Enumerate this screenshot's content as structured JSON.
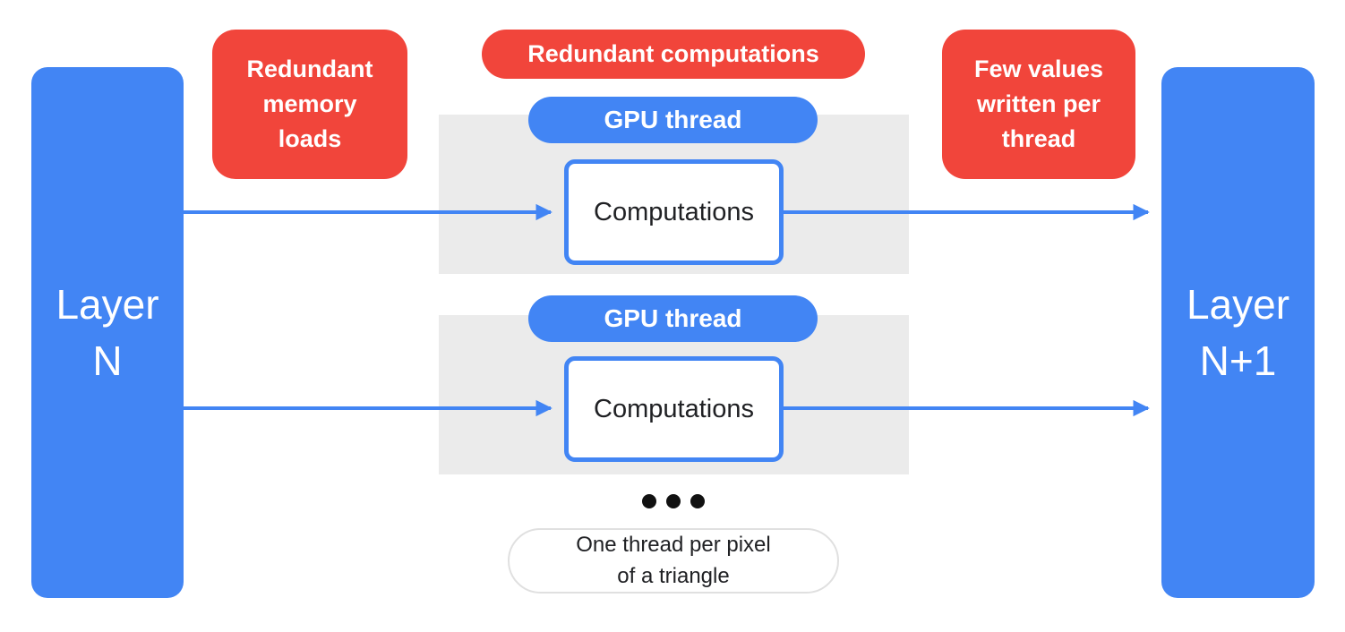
{
  "colors": {
    "blue": "#4285F4",
    "red": "#F1453B",
    "gray_panel": "#EBEBEB",
    "caption_border": "#E0E0E0"
  },
  "layers": {
    "left": "Layer\nN",
    "right": "Layer\nN+1"
  },
  "badges": {
    "memory": "Redundant\nmemory\nloads",
    "computations": "Redundant computations",
    "few_values": "Few values\nwritten per\nthread"
  },
  "threads": [
    {
      "label": "GPU thread",
      "box": "Computations"
    },
    {
      "label": "GPU thread",
      "box": "Computations"
    }
  ],
  "caption": "One thread per pixel\nof a triangle"
}
